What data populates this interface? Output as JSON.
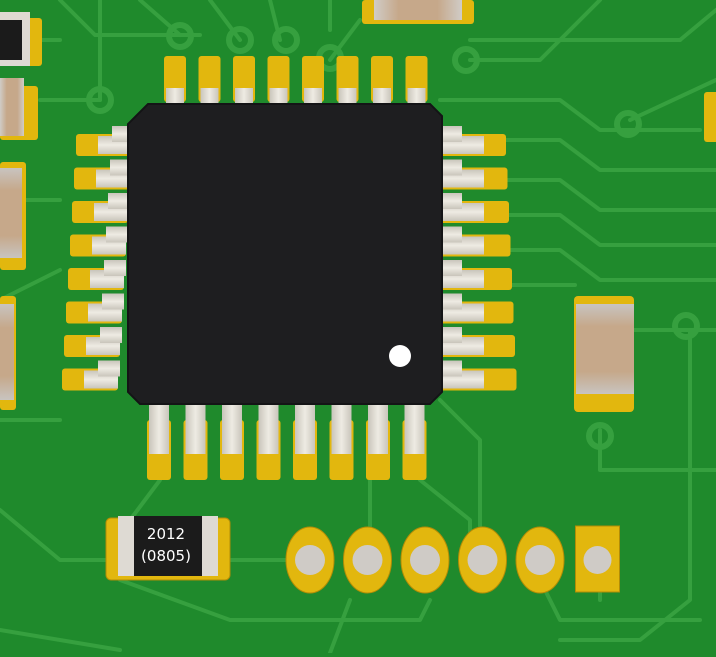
{
  "colors": {
    "board": "#1f8a2c",
    "trace": "#36a03f",
    "pad": "#e2b70e",
    "pad_dark": "#b28c06",
    "ic_body": "#1e1e20",
    "pin": "#dedbd2",
    "resistor_body": "#1b1b1b",
    "cap_body": "#c8aa8b"
  },
  "ic": {
    "pins_per_side": 8,
    "pin1_marker": "white-dot"
  },
  "resistor": {
    "code": "2012",
    "package": "(0805)"
  },
  "header": {
    "pin_count": 6,
    "square_pad_index": 5
  }
}
